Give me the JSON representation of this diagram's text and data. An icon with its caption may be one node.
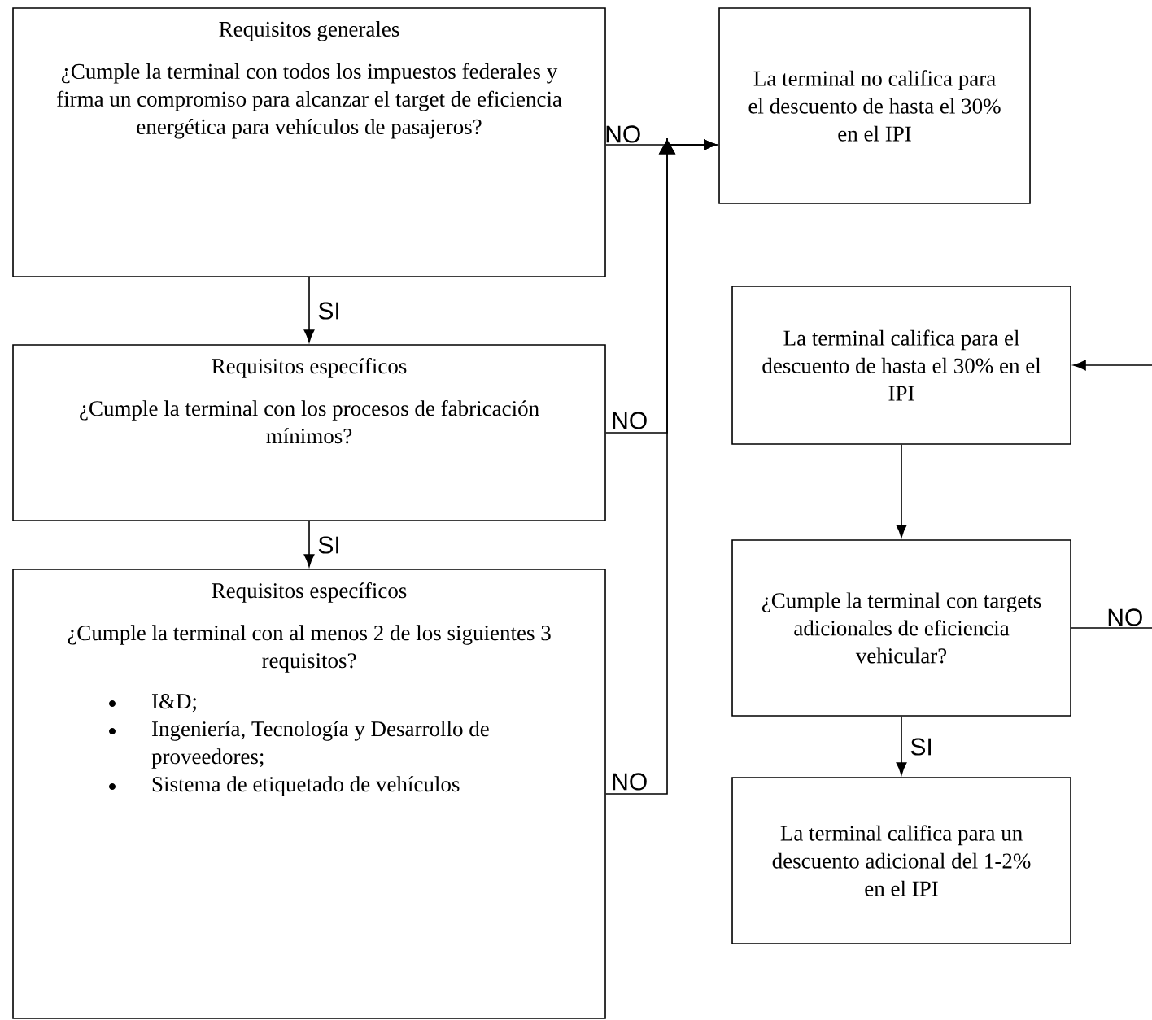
{
  "diagram": {
    "nodes": [
      {
        "text": [
          "Requisitos generales",
          "¿Cumple la terminal con todos los impuestos federales y firma un compromiso para alcanzar el target de eficiencia energética para vehículos de pasajeros?"
        ]
      },
      {
        "text": [
          "Requisitos específicos",
          "¿Cumple la terminal con los procesos de fabricación mínimos?"
        ]
      },
      {
        "text": [
          "Requisitos específicos",
          "¿Cumple la terminal con al menos 2 de los siguientes 3 requisitos?",
          "I&D;",
          "Ingeniería, Tecnología y Desarrollo de proveedores;",
          "Sistema de etiquetado de vehículos"
        ]
      },
      {
        "text": [
          "La terminal no califica para el descuento de hasta el 30% en el IPI"
        ]
      },
      {
        "text": [
          "La terminal califica para el descuento de hasta el 30% en el IPI"
        ]
      },
      {
        "text": [
          "¿Cumple la terminal con targets adicionales de eficiencia vehicular?"
        ]
      },
      {
        "text": [
          "La terminal califica para un descuento adicional del 1-2% en el IPI"
        ]
      }
    ],
    "edges": [
      {
        "from": 0,
        "to": 1,
        "arrow": "to",
        "label": "SI"
      },
      {
        "from": 1,
        "to": 2,
        "arrow": "to",
        "label": "SI"
      },
      {
        "from": 0,
        "to": 3,
        "arrow": "to",
        "label": "NO"
      },
      {
        "from": 1,
        "to": 3,
        "arrow": "to",
        "label": "NO"
      },
      {
        "from": 2,
        "to": 3,
        "arrow": "to",
        "label": "NO"
      },
      {
        "from": null,
        "to": 4,
        "arrow": "to"
      },
      {
        "from": 4,
        "to": 5,
        "arrow": "to"
      },
      {
        "from": 5,
        "to": null,
        "arrow": "none",
        "label": "NO"
      },
      {
        "from": 5,
        "to": 6,
        "arrow": "to",
        "label": "SI"
      }
    ]
  }
}
